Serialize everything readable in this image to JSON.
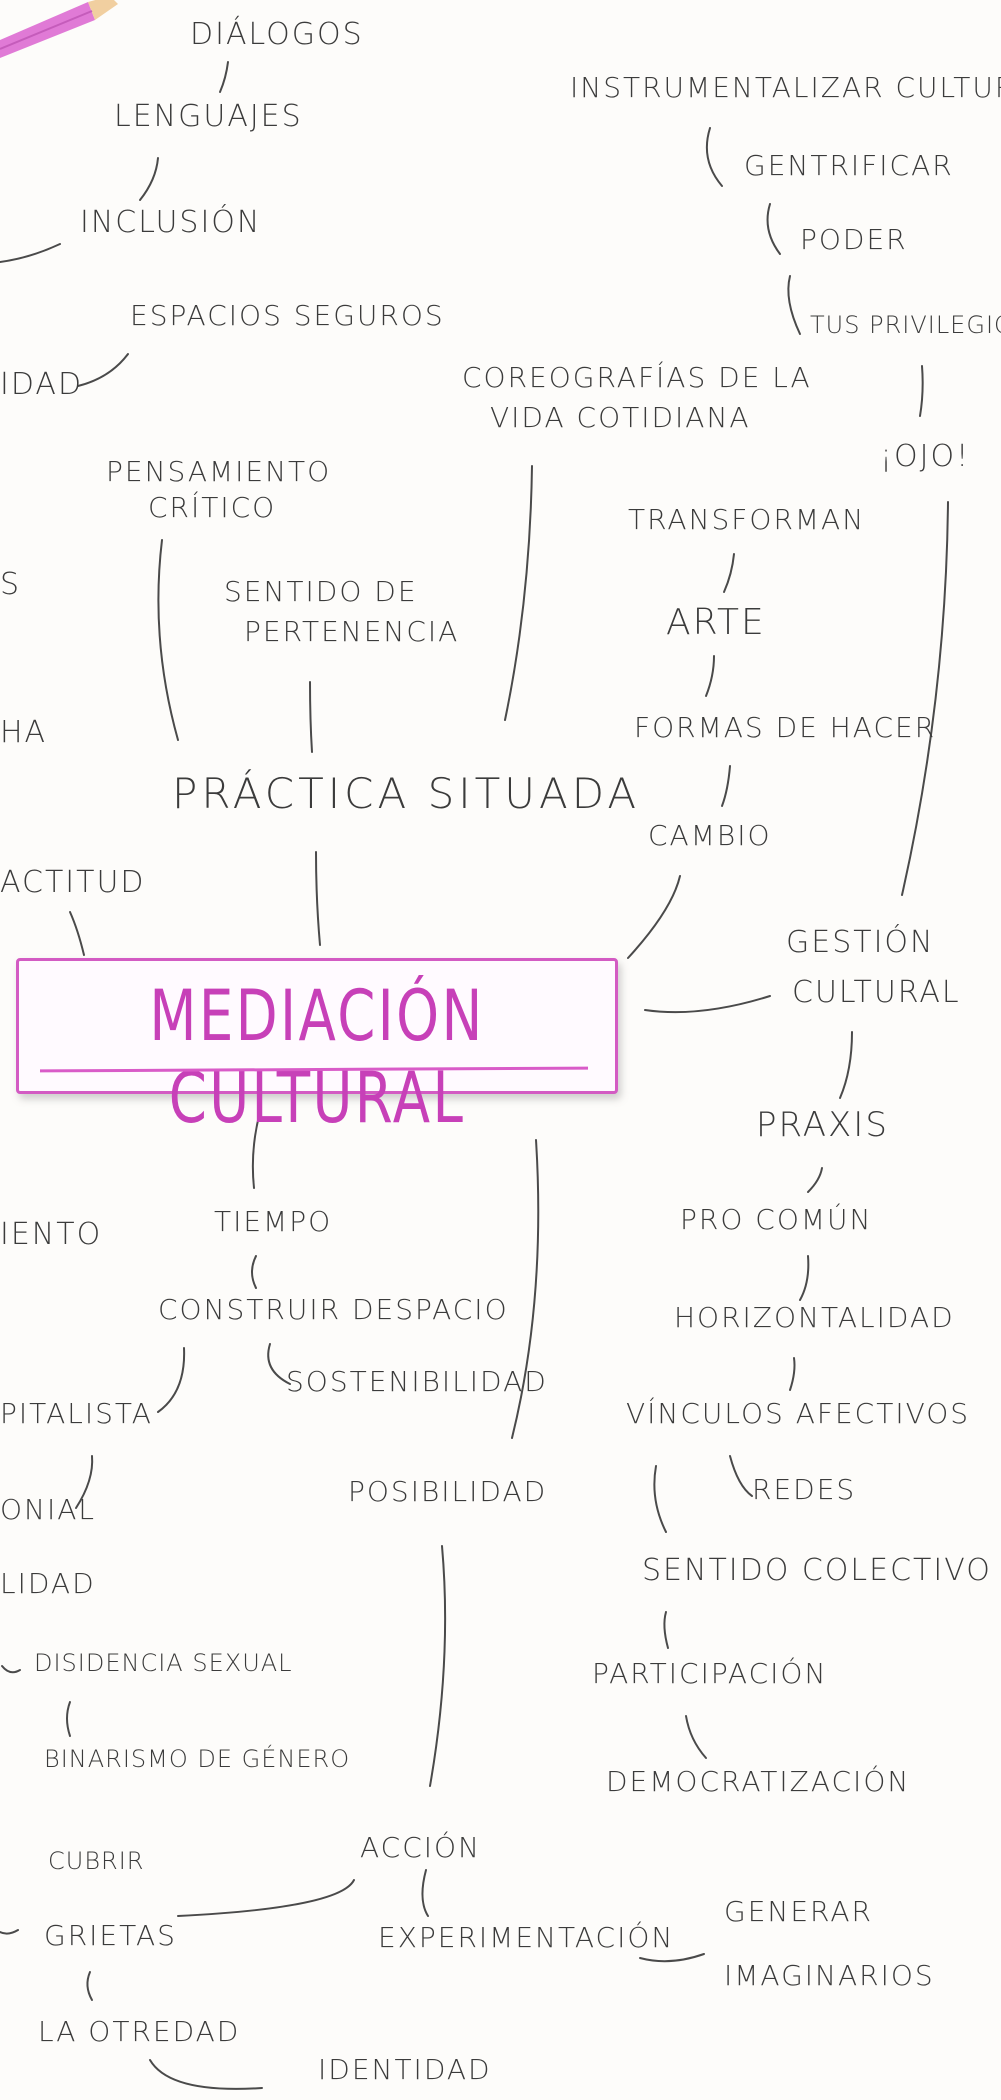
{
  "center": {
    "label": "MEDIACIÓN CULTURAL",
    "color": "#c740b8"
  },
  "nodes": {
    "dialogos": "DIÁLOGOS",
    "lenguajes": "LENGUAJES",
    "inclusion": "INCLUSIÓN",
    "espacios_seguros": "ESPACIOS SEGUROS",
    "idad_top": "IDAD",
    "pensamiento": "PENSAMIENTO",
    "critico": "CRÍTICO",
    "sentido_de": "SENTIDO DE",
    "pertenencia": "PERTENENCIA",
    "coreografias": "COREOGRAFÍAS DE LA",
    "vida_cotidiana": "VIDA COTIDIANA",
    "practica_situada": "PRÁCTICA SITUADA",
    "s_cut": "S",
    "ha_cut": "HA",
    "actitud": "ACTITUD",
    "instrumentalizar": "INSTRUMENTALIZAR CULTURA",
    "gentrificar": "GENTRIFICAR",
    "poder": "PODER",
    "tus_privilegios": "TUS PRIVILEGIOS",
    "ojo": "¡OJO!",
    "transforman": "TRANSFORMAN",
    "arte": "ARTE",
    "formas_de_hacer": "FORMAS DE HACER",
    "cambio": "CAMBIO",
    "gestion": "GESTIÓN",
    "cultural": "CULTURAL",
    "praxis": "PRAXIS",
    "pro_comun": "PRO COMÚN",
    "horizontalidad": "HORIZONTALIDAD",
    "vinculos_afectivos": "VÍNCULOS AFECTIVOS",
    "redes": "REDES",
    "sentido_colectivo": "SENTIDO COLECTIVO",
    "participacion": "PARTICIPACIÓN",
    "democratizacion": "DEMOCRATIZACIÓN",
    "generar": "GENERAR",
    "imaginarios": "IMAGINARIOS",
    "iento_cut": "IENTO",
    "tiempo": "TIEMPO",
    "construir_despacio": "CONSTRUIR DESPACIO",
    "sostenibilidad": "SOSTENIBILIDAD",
    "pitalista_cut": "PITALISTA",
    "onial_cut": "ONIAL",
    "lidad_cut": "LIDAD",
    "disidencia_sexual": "DISIDENCIA SEXUAL",
    "binarismo": "BINARISMO DE GÉNERO",
    "posibilidad": "POSIBILIDAD",
    "accion": "ACCIÓN",
    "experimentacion": "EXPERIMENTACIÓN",
    "cubrir": "CUBRIR",
    "grietas": "GRIETAS",
    "la_otredad": "LA OTREDAD",
    "identidad": "IDENTIDAD"
  },
  "colors": {
    "ink": "#3b3b3b",
    "accent": "#c740b8",
    "pencil": "#e07ad6",
    "paper": "#fdfcfa"
  }
}
